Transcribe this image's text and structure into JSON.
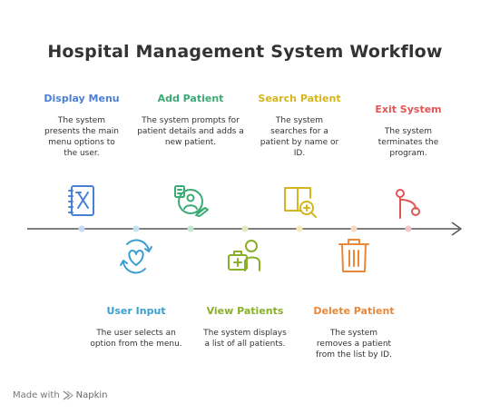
{
  "title": "Hospital Management System Workflow",
  "steps": [
    {
      "label": "Display Menu",
      "desc": "The system presents the main menu options to the user.",
      "color": "#4a7fd6",
      "icon": "menu-book-icon"
    },
    {
      "label": "User Input",
      "desc": "The user selects an option from the menu.",
      "color": "#3a9fd0",
      "icon": "heart-cycle-icon"
    },
    {
      "label": "Add Patient",
      "desc": "The system prompts for patient details and adds a new patient.",
      "color": "#3bab75",
      "icon": "add-patient-icon"
    },
    {
      "label": "View Patients",
      "desc": "The system displays a list of all patients.",
      "color": "#8ab02a",
      "icon": "medical-kit-person-icon"
    },
    {
      "label": "Search Patient",
      "desc": "The system searches for a patient by name or ID.",
      "color": "#d4b51e",
      "icon": "search-book-icon"
    },
    {
      "label": "Delete Patient",
      "desc": "The system removes a patient from the list by ID.",
      "color": "#e8883a",
      "icon": "trash-can-icon"
    },
    {
      "label": "Exit System",
      "desc": "The system terminates the program.",
      "color": "#e05555",
      "icon": "exit-branch-icon"
    }
  ],
  "footer": {
    "made_with": "Made with",
    "brand": "Napkin"
  }
}
